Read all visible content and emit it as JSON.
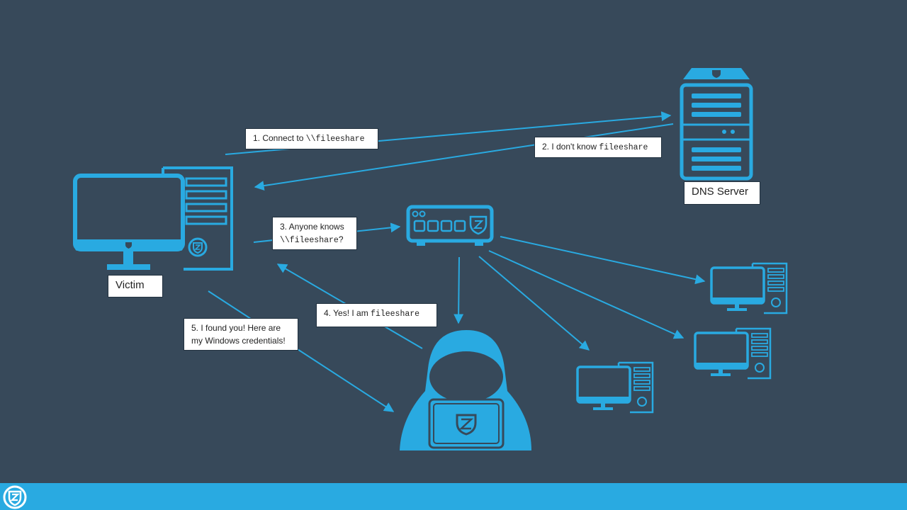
{
  "colors": {
    "background": "#37495a",
    "accent": "#29aae1",
    "label_bg": "#ffffff",
    "label_text": "#222222"
  },
  "nodes": {
    "victim": {
      "label": "Victim",
      "icon": "desktop-computer-icon"
    },
    "dns_server": {
      "label": "DNS Server",
      "icon": "server-icon"
    },
    "network_switch": {
      "icon": "network-switch-icon"
    },
    "attacker": {
      "icon": "hooded-hacker-icon"
    },
    "peer_computers": [
      {
        "icon": "desktop-computer-icon"
      },
      {
        "icon": "desktop-computer-icon"
      },
      {
        "icon": "desktop-computer-icon"
      }
    ]
  },
  "steps": [
    {
      "prefix": "1. Connect to ",
      "code": "\\\\fileeshare",
      "suffix": ""
    },
    {
      "prefix": "2. I don't know ",
      "code": "fileeshare",
      "suffix": ""
    },
    {
      "prefix": "3. Anyone knows",
      "code": "\\\\fileeshare",
      "suffix": "?"
    },
    {
      "prefix": "4. Yes! I am ",
      "code": "fileeshare",
      "suffix": ""
    },
    {
      "line1": "5. I found you! Here are",
      "line2": "my Windows credentials!"
    }
  ],
  "footer": {
    "logo_icon": "shield-logo-icon"
  }
}
